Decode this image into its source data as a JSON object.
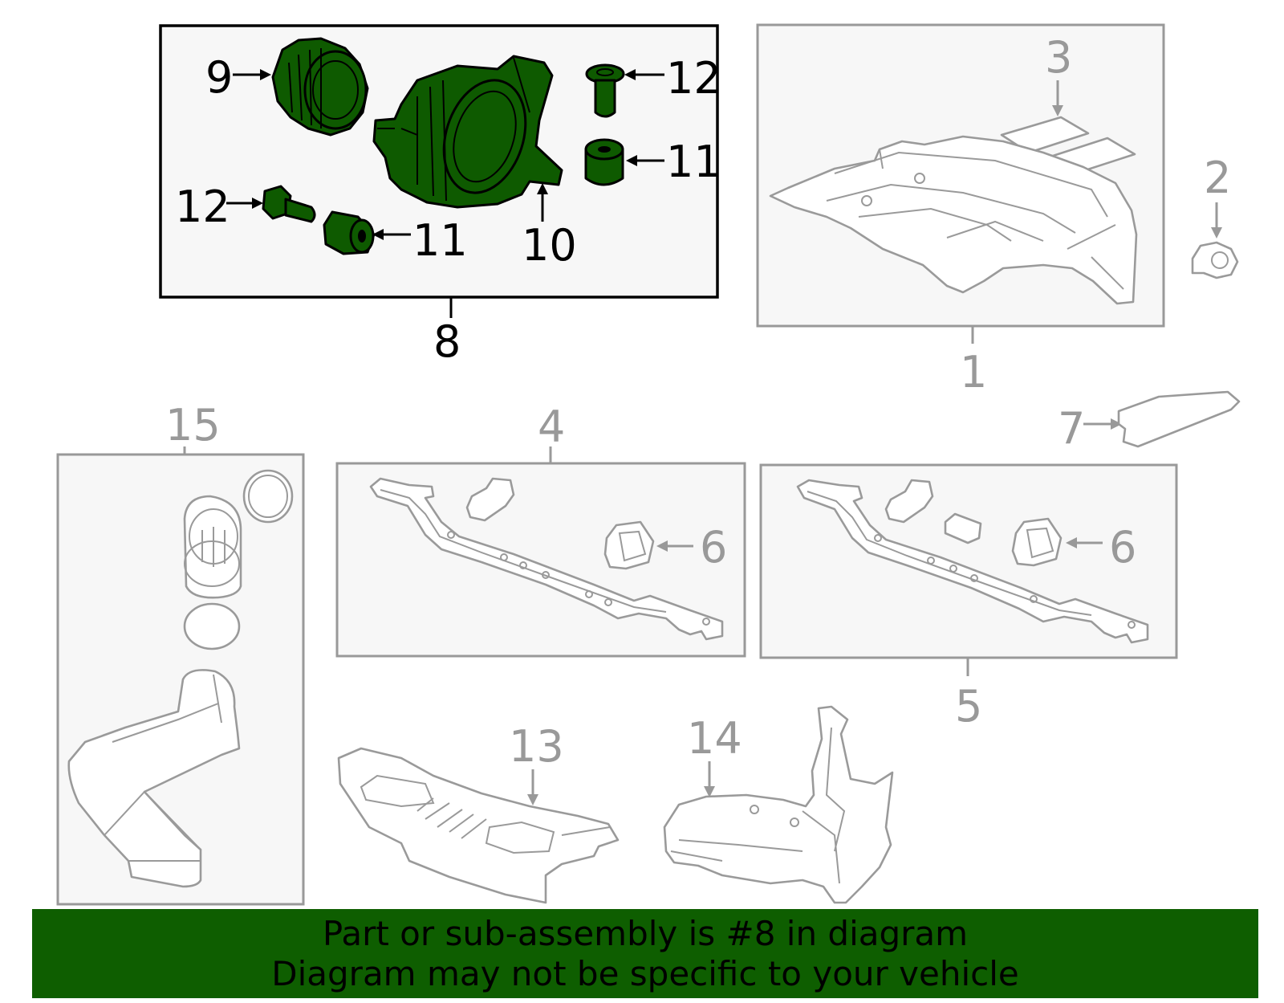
{
  "callouts": {
    "c1": "1",
    "c2": "2",
    "c3": "3",
    "c4": "4",
    "c5": "5",
    "c6a": "6",
    "c6b": "6",
    "c7": "7",
    "c8": "8",
    "c9": "9",
    "c10": "10",
    "c11a": "11",
    "c11b": "11",
    "c12a": "12",
    "c12b": "12",
    "c13": "13",
    "c14": "14",
    "c15": "15"
  },
  "banner": {
    "line1": "Part or sub-assembly is #8 in diagram",
    "line2": "Diagram may not be specific to your vehicle"
  },
  "colors": {
    "highlight": "#0e5a00",
    "banner": "#0e5e00",
    "part_outline": "#999999"
  }
}
